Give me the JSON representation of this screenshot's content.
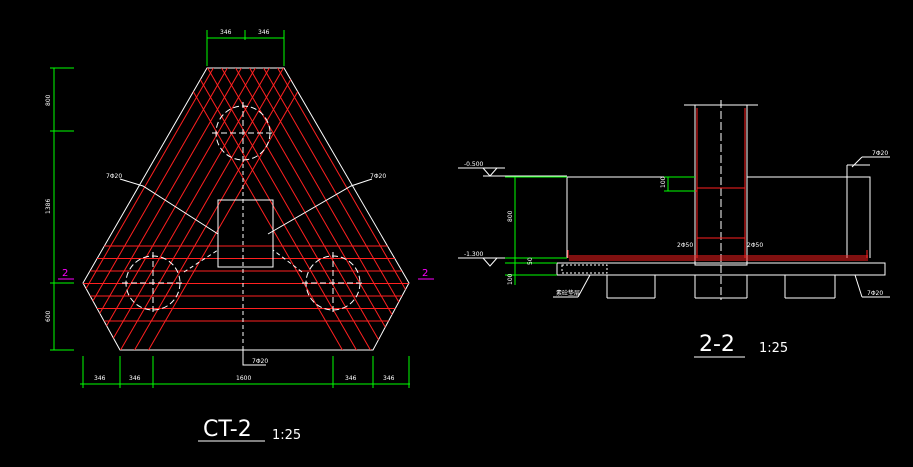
{
  "colors": {
    "background": "#000000",
    "outline": "#ffffff",
    "rebar": "#ff2020",
    "dimension": "#00ff00",
    "section_mark": "#ff00ff"
  },
  "plan": {
    "title": "CT-2",
    "scale": "1:25",
    "section_mark_left": "2",
    "section_mark_right": "2",
    "top_dims": [
      "346",
      "346"
    ],
    "left_dims": [
      "800",
      "1386",
      "600"
    ],
    "bottom_dims": [
      "346",
      "346",
      "1600",
      "346",
      "346"
    ],
    "rebar_left": "7Φ20",
    "rebar_right": "7Φ20",
    "rebar_bottom": "7Φ20"
  },
  "section": {
    "title": "2-2",
    "scale": "1:25",
    "elev_top": "-0.500",
    "elev_bottom": "-1.300",
    "dim_height": "800",
    "dim_cover": "100",
    "dim_base": "50",
    "dim_pad": "100",
    "anchor_left": "2Φ50",
    "anchor_right": "2Φ50",
    "rebar_top_right": "7Φ20",
    "rebar_bottom_right": "7Φ20",
    "label_pad": "素砼垫层"
  }
}
